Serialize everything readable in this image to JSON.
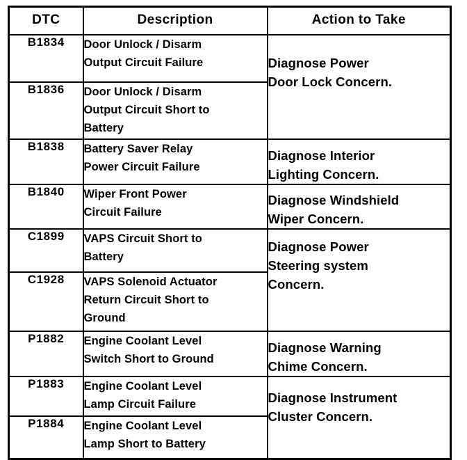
{
  "table": {
    "headers": [
      "DTC",
      "Description",
      "Action to Take"
    ],
    "rows": [
      {
        "dtc": "B1834",
        "description_lines": [
          "Door Unlock / Disarm",
          "Output Circuit Failure"
        ]
      },
      {
        "dtc": "B1836",
        "description_lines": [
          "Door Unlock / Disarm",
          "Output Circuit Short to",
          "Battery"
        ]
      },
      {
        "dtc": "B1838",
        "description_lines": [
          "Battery Saver Relay",
          "Power Circuit Failure"
        ]
      },
      {
        "dtc": "B1840",
        "description_lines": [
          "Wiper Front Power",
          "Circuit Failure"
        ]
      },
      {
        "dtc": "C1899",
        "description_lines": [
          "VAPS Circuit Short to",
          "Battery"
        ]
      },
      {
        "dtc": "C1928",
        "description_lines": [
          "VAPS Solenoid Actuator",
          "Return Circuit Short to",
          "Ground"
        ]
      },
      {
        "dtc": "P1882",
        "description_lines": [
          "Engine Coolant Level",
          "Switch Short to Ground"
        ]
      },
      {
        "dtc": "P1883",
        "description_lines": [
          "Engine Coolant Level",
          "Lamp Circuit Failure"
        ]
      },
      {
        "dtc": "P1884",
        "description_lines": [
          "Engine Coolant Level",
          "Lamp Short to Battery"
        ]
      }
    ],
    "actions": [
      {
        "rowspan": 2,
        "lines": [
          "Diagnose Power",
          "Door Lock Concern."
        ]
      },
      {
        "rowspan": 1,
        "lines": [
          "Diagnose Interior",
          "Lighting Concern."
        ]
      },
      {
        "rowspan": 1,
        "lines": [
          "Diagnose Windshield",
          "Wiper Concern."
        ]
      },
      {
        "rowspan": 2,
        "lines": [
          "Diagnose Power",
          "Steering system",
          "Concern."
        ]
      },
      {
        "rowspan": 1,
        "lines": [
          "Diagnose Warning",
          "Chime Concern."
        ]
      },
      {
        "rowspan": 2,
        "lines": [
          "Diagnose Instrument",
          "Cluster Concern."
        ]
      }
    ]
  },
  "colors": {
    "background": "#ffffff",
    "text": "#000000",
    "border": "#000000"
  }
}
